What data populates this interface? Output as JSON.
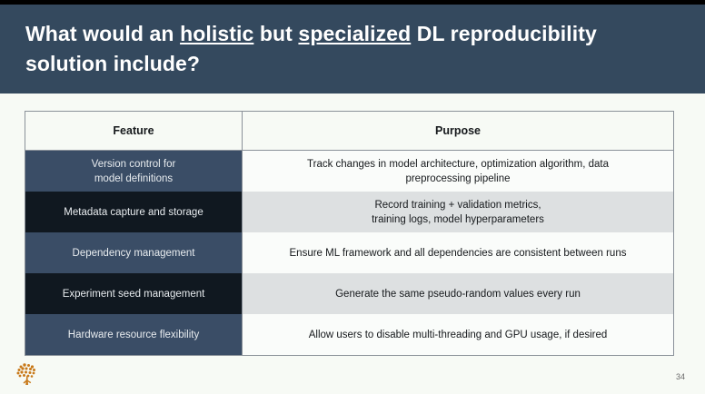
{
  "slide": {
    "title_parts": [
      {
        "text": "What would an ",
        "underline": false
      },
      {
        "text": "holistic",
        "underline": true
      },
      {
        "text": " but ",
        "underline": false
      },
      {
        "text": "specialized",
        "underline": true
      },
      {
        "text": " DL reproducibility solution include?",
        "underline": false
      }
    ],
    "title_plain": "What would an holistic but specialized DL reproducibility solution include?",
    "page_number": "34",
    "logo_name": "brain-tree-logo",
    "colors": {
      "banner": "#34495e",
      "top_strip": "#000000",
      "background": "#f7faf5",
      "row_blue": "#3a4d66",
      "row_dark": "#101820",
      "purpose_light": "#fafcfa",
      "purpose_grey": "#dde0e1",
      "logo": "#c8791a",
      "table_border": "#8a9199"
    }
  },
  "table": {
    "headers": [
      "Feature",
      "Purpose"
    ],
    "rows": [
      {
        "feature": "Version control for\nmodel definitions",
        "feature_lines": [
          "Version control for",
          "model definitions"
        ],
        "purpose": "Track changes in model architecture, optimization algorithm, data\npreprocessing pipeline",
        "purpose_lines": [
          "Track changes in model architecture, optimization algorithm, data",
          "preprocessing pipeline"
        ],
        "style": "row-a"
      },
      {
        "feature": "Metadata capture and storage",
        "feature_lines": [
          "Metadata capture and storage"
        ],
        "purpose": "Record training + validation metrics,\ntraining logs, model hyperparameters",
        "purpose_lines": [
          "Record training + validation metrics,",
          "training logs, model hyperparameters"
        ],
        "style": "row-b"
      },
      {
        "feature": "Dependency management",
        "feature_lines": [
          "Dependency management"
        ],
        "purpose": "Ensure ML framework and all dependencies are consistent between runs",
        "purpose_lines": [
          "Ensure ML framework and all dependencies are consistent between runs"
        ],
        "style": "row-a"
      },
      {
        "feature": "Experiment seed management",
        "feature_lines": [
          "Experiment seed management"
        ],
        "purpose": "Generate the same pseudo-random values every run",
        "purpose_lines": [
          "Generate the same pseudo-random values every run"
        ],
        "style": "row-b"
      },
      {
        "feature": "Hardware resource flexibility",
        "feature_lines": [
          "Hardware resource flexibility"
        ],
        "purpose": "Allow users to disable multi-threading and GPU usage, if desired",
        "purpose_lines": [
          "Allow users to disable multi-threading and GPU usage, if desired"
        ],
        "style": "row-a"
      }
    ]
  }
}
